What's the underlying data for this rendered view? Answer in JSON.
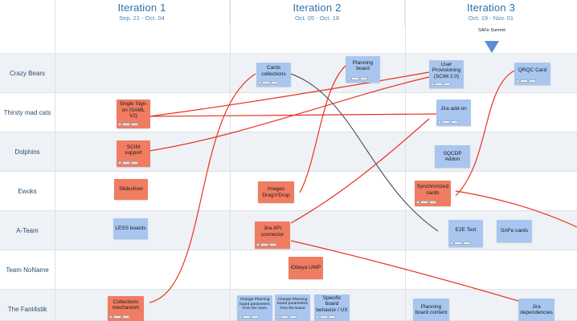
{
  "iterations": [
    {
      "name": "Iteration 1",
      "dates": "Sep. 21 - Oct. 04"
    },
    {
      "name": "Iteration 2",
      "dates": "Oct. 05 - Oct. 18"
    },
    {
      "name": "Iteration 3",
      "dates": "Oct. 19 - Nov. 01"
    }
  ],
  "milestone": {
    "label": "SAFe Summit",
    "color": "#5b8ed6"
  },
  "teams": [
    "Crazy Bears",
    "Thirsty mad cats",
    "Dolphins",
    "Ewoks",
    "A-Team",
    "Team NoName",
    "The Fant4stik"
  ],
  "cards": [
    {
      "id": "c1",
      "title": "Cards collections",
      "color": "blue"
    },
    {
      "id": "c2",
      "title": "Planning board",
      "color": "blue"
    },
    {
      "id": "c3",
      "title": "User Provisioning (SCIM 2.0)",
      "color": "blue"
    },
    {
      "id": "c4",
      "title": "QRQC Card",
      "color": "blue"
    },
    {
      "id": "c5",
      "title": "Single Sign-on (SAML V2)",
      "color": "red"
    },
    {
      "id": "c6",
      "title": "Jira add-on",
      "color": "blue"
    },
    {
      "id": "c7",
      "title": "SCIM support",
      "color": "red"
    },
    {
      "id": "c8",
      "title": "SQCDP Addon",
      "color": "blue"
    },
    {
      "id": "c9",
      "title": "Slideshow",
      "color": "red"
    },
    {
      "id": "c10",
      "title": "Images Drag'n'Drop",
      "color": "red"
    },
    {
      "id": "c11",
      "title": "Synchronized cards",
      "color": "red"
    },
    {
      "id": "c12",
      "title": "LESS boards",
      "color": "blue"
    },
    {
      "id": "c13",
      "title": "Jira API connector",
      "color": "red"
    },
    {
      "id": "c14",
      "title": "E2E Test",
      "color": "blue"
    },
    {
      "id": "c15",
      "title": "SAFe cards",
      "color": "blue"
    },
    {
      "id": "c16",
      "title": "iObeya UWP",
      "color": "red"
    },
    {
      "id": "c17",
      "title": "Collections mechanism",
      "color": "red"
    },
    {
      "id": "c18",
      "title": "Change Planning board parameters from the room",
      "color": "blue"
    },
    {
      "id": "c19",
      "title": "Change Planning board parameters from the board",
      "color": "blue"
    },
    {
      "id": "c20",
      "title": "Specific board behavior / UX",
      "color": "blue"
    },
    {
      "id": "c21",
      "title": "Planning board content",
      "color": "blue"
    },
    {
      "id": "c22",
      "title": "Jira dependencies",
      "color": "blue"
    }
  ],
  "colors": {
    "red_card": "#f07c62",
    "blue_card": "#a8c6f0",
    "link_red": "#e8321e",
    "link_dark": "#2f3a45",
    "header_text": "#2e6fa7"
  }
}
